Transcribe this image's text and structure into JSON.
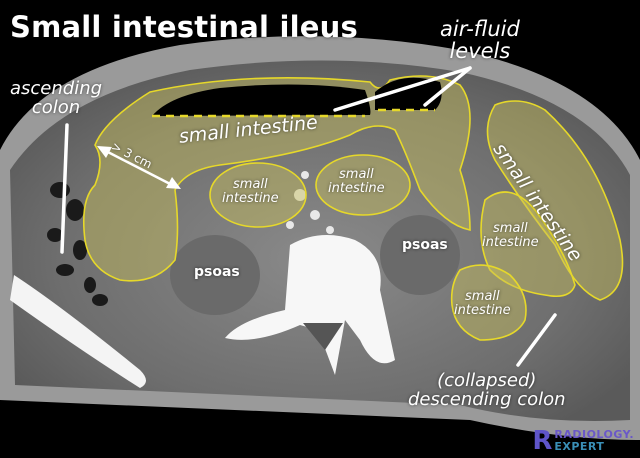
{
  "figure": {
    "title": "Small intestinal ileus",
    "accent_color": "#e6d82a",
    "overlay_fill": "rgba(200,190,90,0.45)"
  },
  "labels": {
    "air_fluid_line1": "air-fluid",
    "air_fluid_line2": "levels",
    "ascending_line1": "ascending",
    "ascending_line2": "colon",
    "small_intestine_main": "small intestine",
    "measurement": "> 3 cm",
    "si_center_left_1": "small",
    "si_center_left_2": "intestine",
    "si_center_right_1": "small",
    "si_center_right_2": "intestine",
    "si_right_long": "small intestine",
    "si_right_mid_1": "small",
    "si_right_mid_2": "intestine",
    "si_right_low_1": "small",
    "si_right_low_2": "intestine",
    "psoas_left": "psoas",
    "psoas_right": "psoas",
    "descending_line1": "(collapsed)",
    "descending_line2": "descending colon"
  },
  "logo": {
    "mark": "R",
    "line1": "RADIOLOGY.",
    "line2": "EXPERT"
  }
}
